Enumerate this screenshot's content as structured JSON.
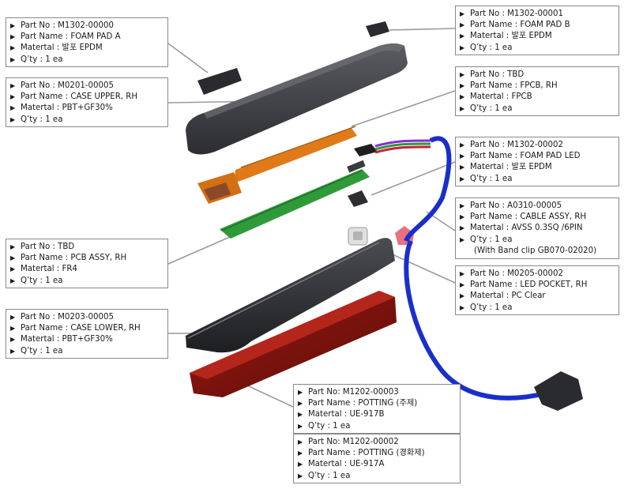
{
  "labels": {
    "part_no": "Part No",
    "part_name": "Part Name",
    "material": "Matertal",
    "qty": "Q’ty"
  },
  "parts": [
    {
      "part_no": "M1302-00000",
      "part_name": "FOAM PAD A",
      "material": "발포 EPDM",
      "qty": "1 ea"
    },
    {
      "part_no": "M1302-00001",
      "part_name": "FOAM PAD B",
      "material": "발포 EPDM",
      "qty": "1 ea"
    },
    {
      "part_no": "M0201-00005",
      "part_name": "CASE UPPER, RH",
      "material": "PBT+GF30%",
      "qty": "1 ea"
    },
    {
      "part_no": "TBD",
      "part_name": "FPCB, RH",
      "material": "FPCB",
      "qty": "1 ea"
    },
    {
      "part_no": "M1302-00002",
      "part_name": "FOAM PAD LED",
      "material": "발포 EPDM",
      "qty": "1 ea"
    },
    {
      "part_no": "A0310-00005",
      "part_name": "CABLE ASSY, RH",
      "material": "AVSS 0.3SQ /6PIN",
      "qty": "1 ea",
      "note": "(With Band clip GB070-02020)"
    },
    {
      "part_no": "TBD",
      "part_name": "PCB ASSY, RH",
      "material": "FR4",
      "qty": "1 ea"
    },
    {
      "part_no": "M0205-00002",
      "part_name": "LED POCKET, RH",
      "material": "PC Clear",
      "qty": "1 ea"
    },
    {
      "part_no": "M0203-00005",
      "part_name": "CASE LOWER, RH",
      "material": "PBT+GF30%",
      "qty": "1 ea"
    },
    {
      "part_no": "M1202-00003",
      "part_name": "POTTING (주제)",
      "material": "UE-917B",
      "qty": "1 ea",
      "sep": "Part No:"
    },
    {
      "part_no": "M1202-00002",
      "part_name": "POTTING (경화제)",
      "material": "UE-917A",
      "qty": "1 ea",
      "sep": "Part No:"
    }
  ]
}
